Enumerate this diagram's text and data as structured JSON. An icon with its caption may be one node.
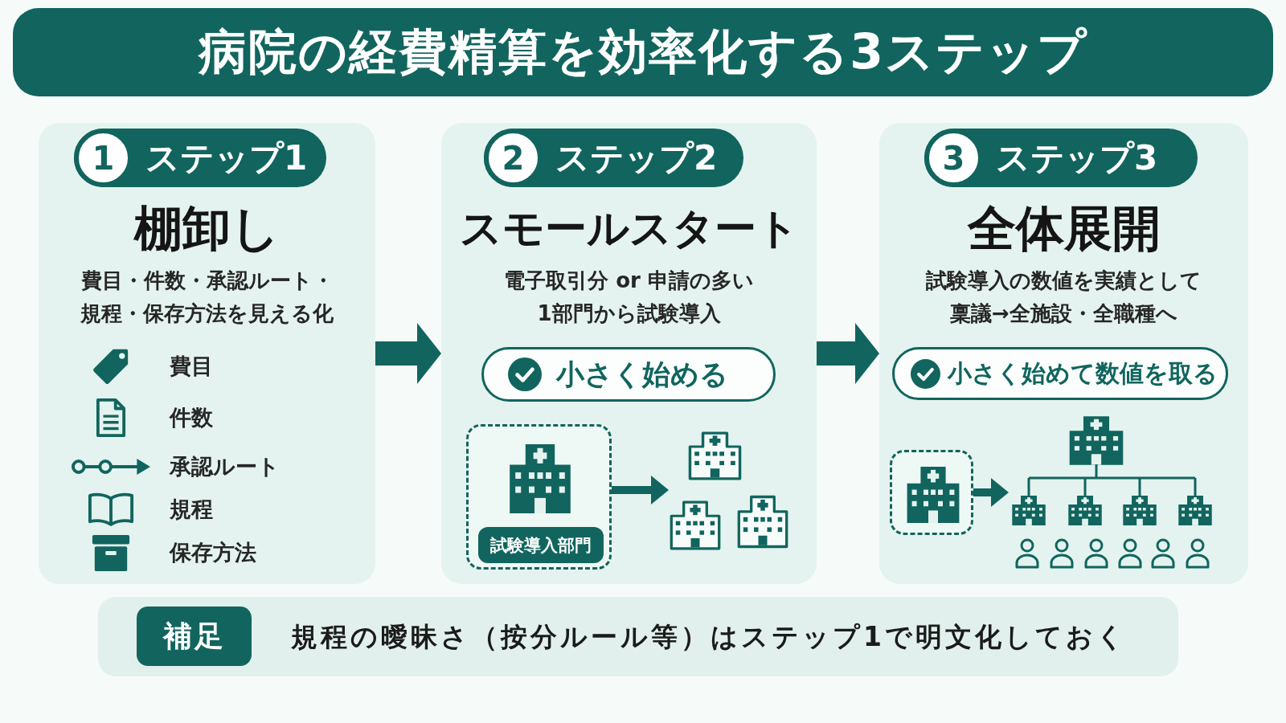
{
  "diagram": {
    "title": "病院の経費精算を効率化する3ステップ",
    "nodes": [
      {
        "text": [
          "棚卸し",
          "費目・件数・承認ルート・規程・保存方法を見える化",
          "費目",
          "件数",
          "承認ルート",
          "規程",
          "保存方法"
        ]
      },
      {
        "text": [
          "1",
          "ステップ1"
        ],
        "in": 0
      },
      {
        "text": [
          "スモールスタート",
          "電子取引分 or 申請の多い1部門から試験導入"
        ]
      },
      {
        "text": [
          "2",
          "ステップ2"
        ],
        "in": 2
      },
      {
        "text": [
          "小さく始める"
        ],
        "in": 2
      },
      {
        "text": [],
        "shape": "box",
        "in": 2
      },
      {
        "text": [
          "試験導入部門"
        ],
        "in": 5
      },
      {
        "text": [],
        "shape": "picture",
        "in": 2
      },
      {
        "text": [
          "全体展開",
          "試験導入の数値を実績として稟議→全施設・全職種へ"
        ]
      },
      {
        "text": [
          "3",
          "ステップ3"
        ],
        "in": 8
      },
      {
        "text": [
          "小さく始めて数値を取る"
        ],
        "in": 8
      },
      {
        "text": [],
        "shape": "box",
        "in": 8
      },
      {
        "text": [],
        "shape": "picture",
        "in": 8
      },
      {
        "text": [
          "規程の曖昧さ（按分ルール等）はステップ1で明文化しておく"
        ]
      },
      {
        "text": [
          "補足"
        ],
        "in": 13
      }
    ],
    "edges": [
      {
        "from": 0,
        "to": 2,
        "arrow": "to"
      },
      {
        "from": 2,
        "to": 8,
        "arrow": "to"
      },
      {
        "from": 5,
        "to": 7,
        "arrow": "to"
      },
      {
        "from": 11,
        "to": 12,
        "arrow": "to"
      }
    ]
  }
}
